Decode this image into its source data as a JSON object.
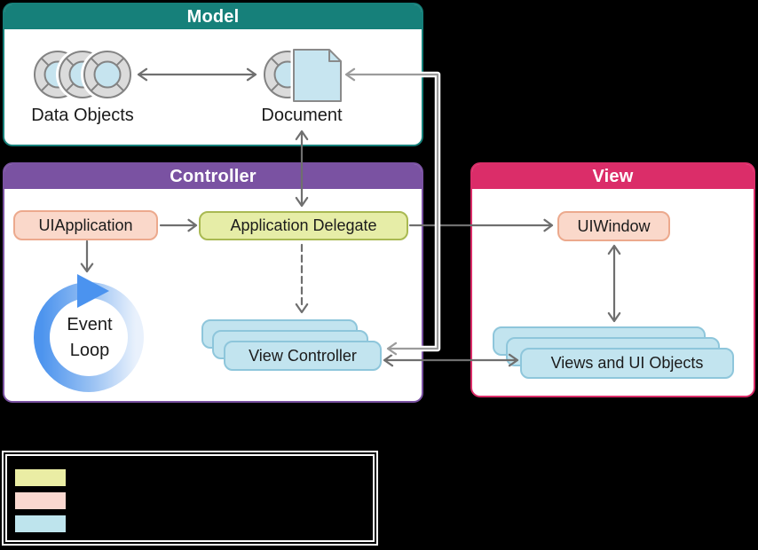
{
  "colors": {
    "background": "#000000",
    "model_header": "#16807A",
    "controller_header": "#7A52A2",
    "view_header": "#DB2D69",
    "pill_pink_fill": "#FAD8CA",
    "pill_pink_border": "#ECA98D",
    "pill_yellow_fill": "#E6EDA7",
    "pill_yellow_border": "#A9B952",
    "pill_blue_fill": "#C2E4EF",
    "pill_blue_border": "#8EC6DB",
    "arrow": "#6F6F6F",
    "arrow_light": "#9B9B9B",
    "event_loop_blue": "#4B93EF"
  },
  "model": {
    "title": "Model",
    "data_objects_label": "Data Objects",
    "document_label": "Document"
  },
  "controller": {
    "title": "Controller",
    "uiapplication": "UIApplication",
    "app_delegate": "Application Delegate",
    "event_loop": "Event\nLoop",
    "view_controller": "View Controller"
  },
  "view": {
    "title": "View",
    "uiwindow": "UIWindow",
    "views_objects": "Views and UI Objects"
  },
  "icons": {
    "data_objects": "stacked-wheel-circles",
    "document": "wheel-with-page",
    "event_loop": "circular-arrow-loop"
  },
  "legend": {
    "items": [
      {
        "color": "#EAEDA4",
        "label": ""
      },
      {
        "color": "#FAD8D0",
        "label": ""
      },
      {
        "color": "#BEE4ED",
        "label": ""
      }
    ]
  }
}
